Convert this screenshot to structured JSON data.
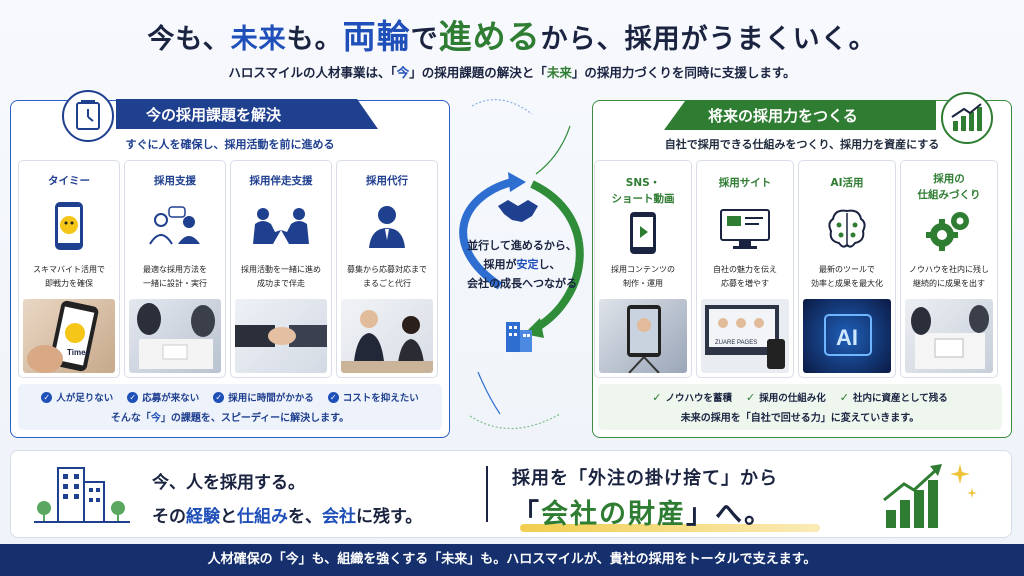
{
  "header": {
    "h_p1": "今も、",
    "h_p2": "未来",
    "h_p3": "も。",
    "h_p4": "両輪",
    "h_p5": "で",
    "h_p6": "進める",
    "h_p7": "から、採用がうまくいく。",
    "sub_p1": "ハロスマイルの人材事業は、「",
    "sub_p2": "今",
    "sub_p3": "」の採用課題の解決と「",
    "sub_p4": "未来",
    "sub_p5": "」の採用力づくりを同時に支援します。"
  },
  "left": {
    "banner": "今の採用課題を解決",
    "subtitle": "すぐに人を確保し、採用活動を前に進める",
    "cards": [
      {
        "title": "タイミー",
        "desc": "スキマバイト活用で\n即戦力を確保",
        "icon": "smartphone-icon",
        "photo_text": "Timee"
      },
      {
        "title": "採用支援",
        "desc": "最適な採用方法を\n一緒に設計・実行",
        "icon": "consultation-icon"
      },
      {
        "title": "採用伴走支援",
        "desc": "採用活動を一緒に進め\n成功まで伴走",
        "icon": "handshake-icon"
      },
      {
        "title": "採用代行",
        "desc": "募集から応募対応まで\nまるごと代行",
        "icon": "businessperson-icon"
      }
    ],
    "checks": [
      "人が足りない",
      "応募が来ない",
      "採用に時間がかかる",
      "コストを抑えたい"
    ],
    "strip_p1": "そんな「",
    "strip_p2": "今",
    "strip_p3": "」の課題を、スピーディーに解決します。",
    "color": "#1f3f8f"
  },
  "right": {
    "banner": "将来の採用力をつくる",
    "subtitle": "自社で採用できる仕組みをつくり、採用力を資産にする",
    "cards": [
      {
        "title": "SNS・\nショート動画",
        "desc": "採用コンテンツの\n制作・運用",
        "icon": "video-phone-icon"
      },
      {
        "title": "採用サイト",
        "desc": "自社の魅力を伝え\n応募を増やす",
        "icon": "website-icon",
        "photo_text": "ZUARE PAGES"
      },
      {
        "title": "AI活用",
        "desc": "最新のツールで\n効率と成果を最大化",
        "icon": "brain-icon",
        "photo_text": "AI"
      },
      {
        "title": "採用の\n仕組みづくり",
        "desc": "ノウハウを社内に残し\n継続的に成果を出す",
        "icon": "gears-icon"
      }
    ],
    "checks": [
      "ノウハウを蓄積",
      "採用の仕組み化",
      "社内に資産として残る"
    ],
    "strip_p1": "未来",
    "strip_p2": "の採用を「自社で回せる力」に変えていきます。",
    "color": "#2f7d32"
  },
  "center": {
    "l1": "並行して進めるから、",
    "l2_a": "採用が",
    "l2_b": "安定",
    "l2_c": "し、",
    "l3": "会社の成長へつながる"
  },
  "bottom": {
    "l1": "今、人を採用する。",
    "l2_a": "その",
    "l2_b": "経験",
    "l2_c": "と",
    "l2_d": "仕組み",
    "l2_e": "を、",
    "l2_f": "会社",
    "l2_g": "に残す。",
    "r1": "採用を「外注の掛け捨て」から",
    "r2_a": "「",
    "r2_b": "会社の財産",
    "r2_c": "」へ。"
  },
  "footer": "人材確保の「今」も、組織を強くする「未来」も。ハロスマイルが、貴社の採用をトータルで支えます。",
  "colors": {
    "navy": "#16306e",
    "blue": "#1f4fb8",
    "green": "#2f7d32"
  }
}
